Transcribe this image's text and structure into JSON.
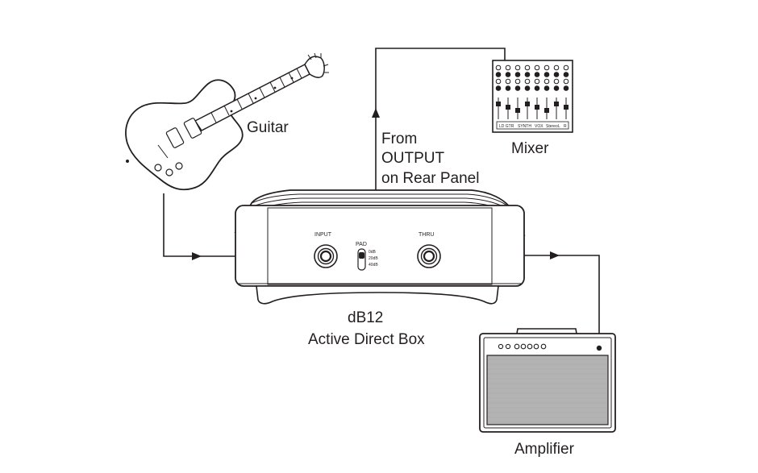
{
  "labels": {
    "guitar": "Guitar",
    "mixer": "Mixer",
    "from_output_line1": "From",
    "from_output_line2": "OUTPUT",
    "from_output_line3": "on Rear Panel",
    "device_name": "dB12",
    "device_desc": "Active Direct Box",
    "amplifier": "Amplifier"
  },
  "panel": {
    "input": "INPUT",
    "thru": "THRU",
    "pad": "PAD",
    "pad_options": [
      "0dB",
      "20dB",
      "40dB"
    ]
  },
  "mixer_strip_labels": [
    "LD GTR",
    "SYNTH",
    "VOX",
    "Stereo",
    "L",
    "R"
  ],
  "colors": {
    "line": "#231f20",
    "amp_grille": "#b3b3b3",
    "device_shade": "#e6e6e6"
  }
}
